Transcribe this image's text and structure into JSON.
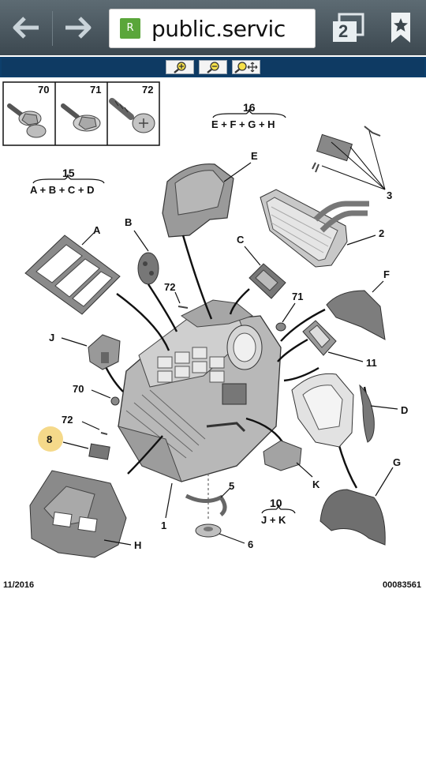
{
  "browser": {
    "url": "public.servic",
    "tab_count": "2",
    "icons": [
      "back-arrow-icon",
      "forward-arrow-icon",
      "site-favicon-icon",
      "reload-icon",
      "tabs-icon",
      "bookmark-icon"
    ]
  },
  "viewer_toolbar": {
    "icons": [
      "zoom-in-icon",
      "zoom-out-icon",
      "zoom-pan-icon"
    ]
  },
  "diagram": {
    "fasteners": [
      {
        "id": "70"
      },
      {
        "id": "71"
      },
      {
        "id": "72"
      }
    ],
    "group_15": {
      "number": "15",
      "formula": "A + B + C + D"
    },
    "group_16": {
      "number": "16",
      "formula": "E + F + G + H"
    },
    "group_10": {
      "number": "10",
      "formula": "J + K"
    },
    "labels": {
      "A": "A",
      "B": "B",
      "C": "C",
      "D": "D",
      "E": "E",
      "F": "F",
      "G": "G",
      "H": "H",
      "J": "J",
      "K": "K",
      "n1": "1",
      "n2": "2",
      "n3": "3",
      "n5": "5",
      "n6": "6",
      "n8": "8",
      "n11": "11",
      "n70": "70",
      "n71": "71",
      "n72a": "72",
      "n72b": "72"
    },
    "highlight_color": "#f5d98a",
    "date": "11/2016",
    "reference": "00083561"
  }
}
